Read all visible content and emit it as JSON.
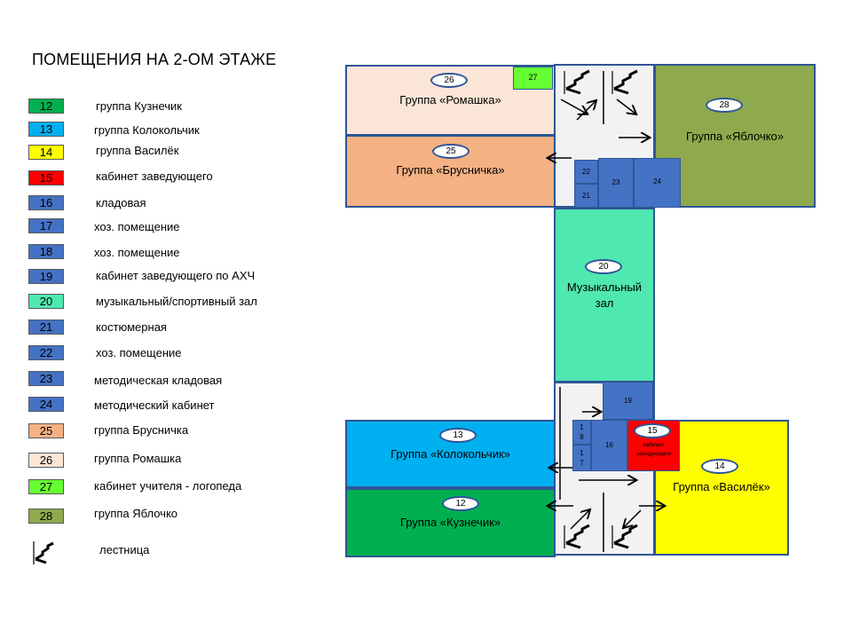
{
  "title": "ПОМЕЩЕНИЯ НА 2-ОМ ЭТАЖЕ",
  "legend": [
    {
      "num": "12",
      "text": "группа Кузнечик",
      "color": "#00b050"
    },
    {
      "num": "13",
      "text": "группа Колокольчик",
      "color": "#00b0f0"
    },
    {
      "num": "14",
      "text": "группа Василёк",
      "color": "#ffff00"
    },
    {
      "num": "15",
      "text": "кабинет заведующего",
      "color": "#ff0000"
    },
    {
      "num": "16",
      "text": "кладовая",
      "color": "#4472c4"
    },
    {
      "num": "17",
      "text": "хоз. помещение",
      "color": "#4472c4"
    },
    {
      "num": "18",
      "text": "хоз. помещение",
      "color": "#4472c4"
    },
    {
      "num": "19",
      "text": "кабинет заведующего по АХЧ",
      "color": "#4472c4"
    },
    {
      "num": "20",
      "text": "музыкальный/спортивный зал",
      "color": "#4ee8b0"
    },
    {
      "num": "21",
      "text": "костюмерная",
      "color": "#4472c4"
    },
    {
      "num": "22",
      "text": "хоз. помещение",
      "color": "#4472c4"
    },
    {
      "num": "23",
      "text": "методическая кладовая",
      "color": "#4472c4"
    },
    {
      "num": "24",
      "text": "методический кабинет",
      "color": "#4472c4"
    },
    {
      "num": "25",
      "text": "группа Брусничка",
      "color": "#f4b183"
    },
    {
      "num": "26",
      "text": "группа Ромашка",
      "color": "#fbe5d6"
    },
    {
      "num": "27",
      "text": "кабинет учителя - логопеда",
      "color": "#66ff33"
    },
    {
      "num": "28",
      "text": "группа Яблочко",
      "color": "#8faa4c"
    }
  ],
  "stairs_label": "лестница",
  "rooms": {
    "romashka": {
      "num": "26",
      "name": "Группа «Ромашка»"
    },
    "brusnichka": {
      "num": "25",
      "name": "Группа «Брусничка»"
    },
    "logoped": {
      "num": "27"
    },
    "yablochko": {
      "num": "28",
      "name": "Группа «Яблочко»"
    },
    "r22": {
      "num": "22"
    },
    "r21": {
      "num": "21"
    },
    "r23": {
      "num": "23"
    },
    "r24": {
      "num": "24"
    },
    "music": {
      "num": "20",
      "name_line1": "Музыкальный",
      "name_line2": "зал"
    },
    "r19": {
      "num": "19"
    },
    "r18": {
      "num": "1\n8"
    },
    "r17": {
      "num": "1\n7"
    },
    "r16": {
      "num": "16"
    },
    "head": {
      "num": "15",
      "name": "кабинет заведующего"
    },
    "kolokolchik": {
      "num": "13",
      "name": "Группа «Колокольчик»"
    },
    "kuznechik": {
      "num": "12",
      "name": "Группа «Кузнечик»"
    },
    "vasilek": {
      "num": "14",
      "name": "Группа «Василёк»"
    }
  }
}
